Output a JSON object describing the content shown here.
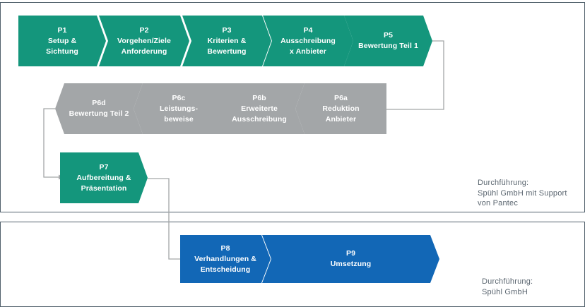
{
  "phases": {
    "p1": {
      "id": "P1",
      "line1": "Setup &",
      "line2": "Sichtung"
    },
    "p2": {
      "id": "P2",
      "line1": "Vorgehen/Ziele",
      "line2": "Anforderung"
    },
    "p3": {
      "id": "P3",
      "line1": "Kriterien &",
      "line2": "Bewertung"
    },
    "p4": {
      "id": "P4",
      "line1": "Ausschreibung",
      "line2": "x Anbieter"
    },
    "p5": {
      "id": "P5",
      "line1": "Bewertung Teil 1"
    },
    "p6a": {
      "id": "P6a",
      "line1": "Reduktion",
      "line2": "Anbieter"
    },
    "p6b": {
      "id": "P6b",
      "line1": "Erweiterte",
      "line2": "Ausschreibung"
    },
    "p6c": {
      "id": "P6c",
      "line1": "Leistungs-",
      "line2": "beweise"
    },
    "p6d": {
      "id": "P6d",
      "line1": "Bewertung Teil 2"
    },
    "p7": {
      "id": "P7",
      "line1": "Aufbereitung &",
      "line2": "Präsentation"
    },
    "p8": {
      "id": "P8",
      "line1": "Verhandlungen &",
      "line2": "Entscheidung"
    },
    "p9": {
      "id": "P9",
      "line1": "Umsetzung"
    }
  },
  "notes": {
    "top": {
      "line1": "Durchführung:",
      "line2": "Spühl GmbH mit Support",
      "line3": "von Pantec"
    },
    "bottom": {
      "line1": "Durchführung:",
      "line2": "Spühl GmbH"
    }
  },
  "colors": {
    "teal": "#14967c",
    "grey": "#a3a6a8",
    "blue": "#1267b6",
    "connector": "#a3a6a8",
    "panel_border": "#51606b"
  }
}
